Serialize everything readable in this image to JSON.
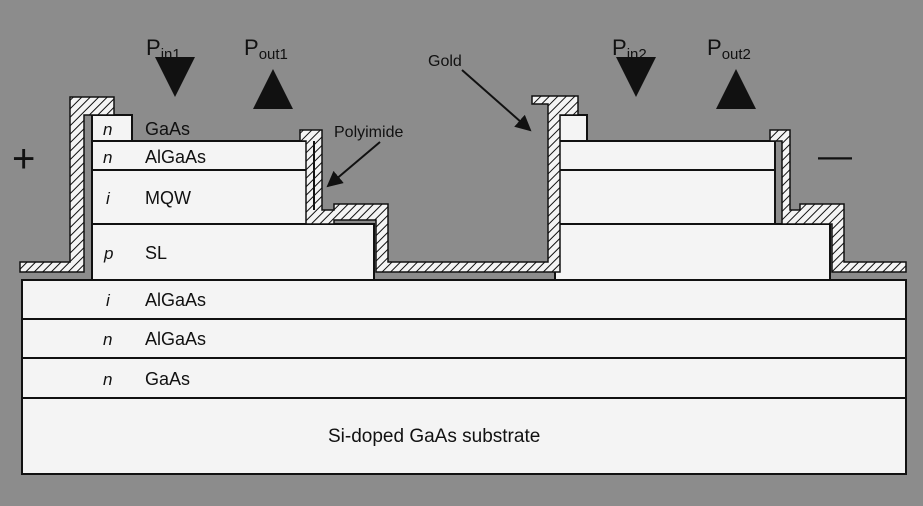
{
  "inputs": {
    "p_in1": {
      "base": "P",
      "sub": "in1"
    },
    "p_out1": {
      "base": "P",
      "sub": "out1"
    },
    "p_in2": {
      "base": "P",
      "sub": "in2"
    },
    "p_out2": {
      "base": "P",
      "sub": "out2"
    }
  },
  "callouts": {
    "polyimide": "Polyimide",
    "gold": "Gold"
  },
  "polarity": {
    "plus": "+",
    "minus": "—"
  },
  "layers": {
    "cap": {
      "type": "n",
      "material": "GaAs"
    },
    "top_algaas": {
      "type": "n",
      "material": "AlGaAs"
    },
    "mqw": {
      "type": "i",
      "material": "MQW"
    },
    "sl": {
      "type": "p",
      "material": "SL"
    },
    "i_algaas": {
      "type": "i",
      "material": "AlGaAs"
    },
    "n_algaas": {
      "type": "n",
      "material": "AlGaAs"
    },
    "n_gaas": {
      "type": "n",
      "material": "GaAs"
    },
    "substrate": "Si-doped GaAs substrate"
  },
  "colors": {
    "background": "#8c8c8c",
    "layer_fill": "#f4f4f4",
    "line": "#111111",
    "gold_hatch": "#111111"
  }
}
